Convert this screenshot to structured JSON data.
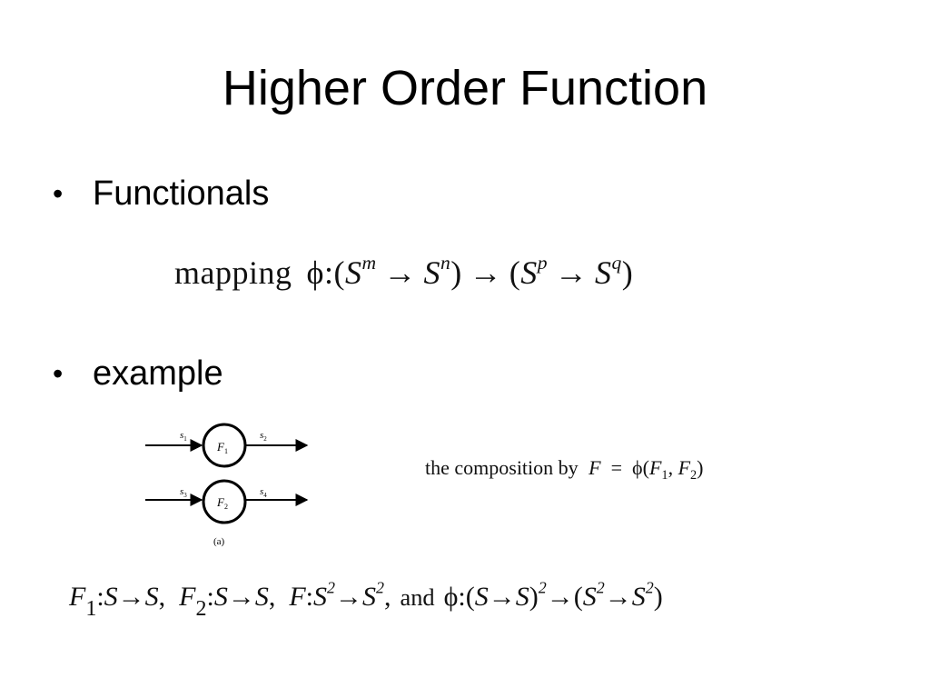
{
  "slide": {
    "title": "Higher Order Function",
    "bullets": [
      {
        "text": "Functionals"
      },
      {
        "text": "example"
      }
    ],
    "bullet_symbol": "•",
    "mapping_formula": {
      "word": "mapping",
      "phi": "ϕ",
      "colon": ":",
      "base": "S",
      "arrow": "→",
      "exponents": [
        "m",
        "n",
        "p",
        "q"
      ]
    },
    "diagram": {
      "nodes": [
        {
          "label": "F",
          "sub": "1",
          "input": "s",
          "input_sub": "1",
          "output": "s",
          "output_sub": "2"
        },
        {
          "label": "F",
          "sub": "2",
          "input": "s",
          "input_sub": "3",
          "output": "s",
          "output_sub": "4"
        }
      ],
      "caption": "(a)"
    },
    "composition": {
      "text": "the composition by",
      "F": "F",
      "equals": "=",
      "phi": "ϕ",
      "args": [
        "F",
        "1",
        "F",
        "2"
      ]
    },
    "bottom_formula": {
      "F1_sub": "1",
      "F2_sub": "2",
      "square": "2",
      "and": "and"
    }
  }
}
